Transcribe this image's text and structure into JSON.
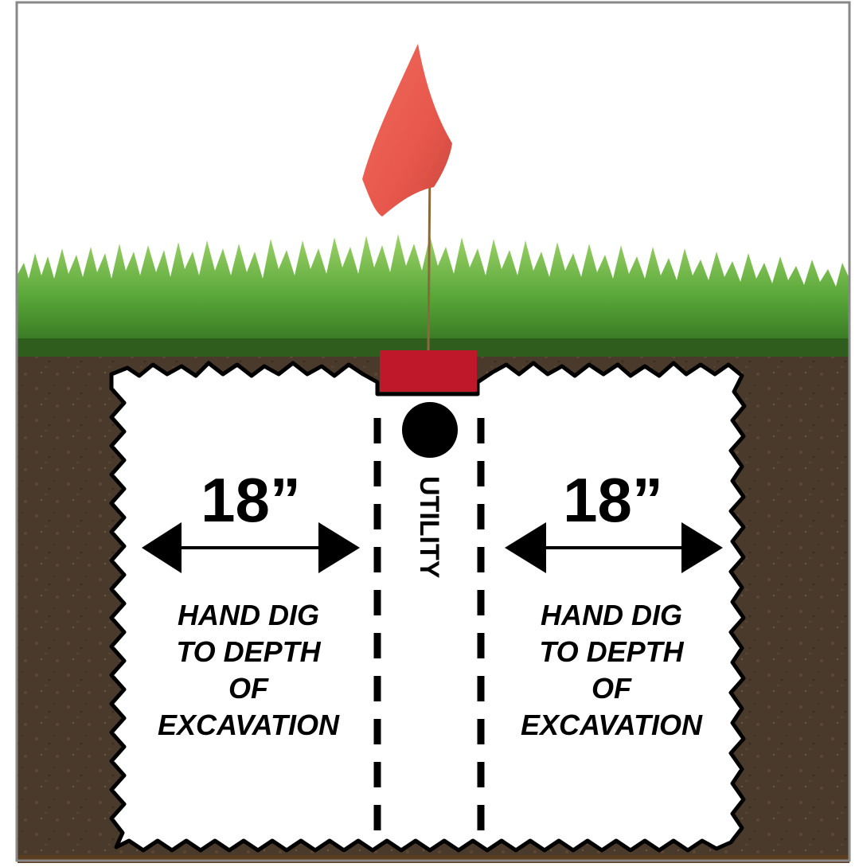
{
  "diagram": {
    "utility_label": "UTILITY",
    "left_zone": {
      "distance": "18”",
      "instruction_lines": [
        "HAND DIG",
        "TO DEPTH",
        "OF",
        "EXCAVATION"
      ]
    },
    "right_zone": {
      "distance": "18”",
      "instruction_lines": [
        "HAND DIG",
        "TO DEPTH",
        "OF",
        "EXCAVATION"
      ]
    },
    "colors": {
      "soil": "#4a3a2b",
      "grass": "#4f9a2c",
      "flag": "#e8574c",
      "marker": "#c0182b",
      "utility": "#000000",
      "border": "#888888"
    }
  }
}
